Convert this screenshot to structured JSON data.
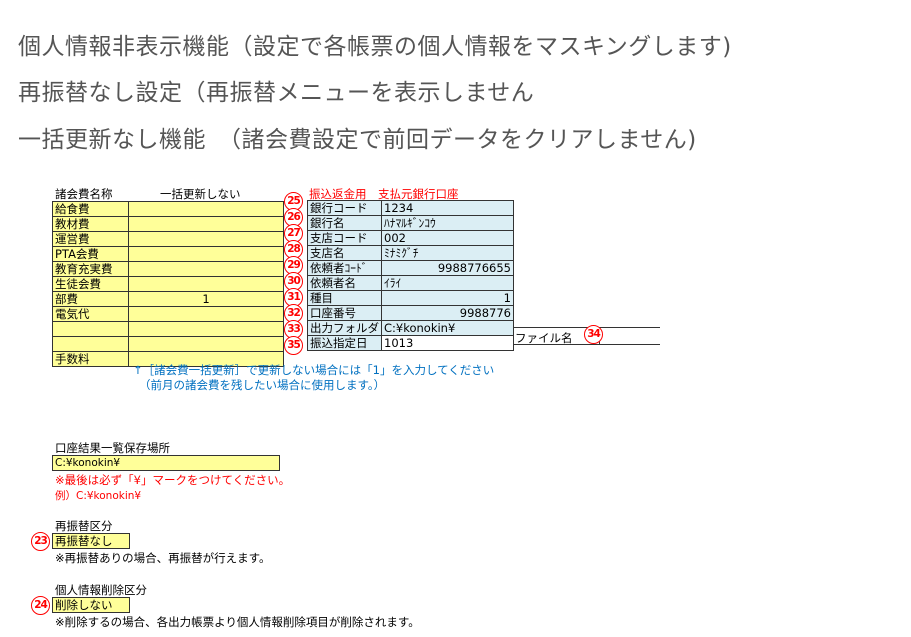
{
  "headings": [
    "個人情報非表示機能（設定で各帳票の個人情報をマスキングします)",
    "再振替なし設定（再振替メニューを表示しません",
    "一括更新なし機能　（諸会費設定で前回データをクリアしません)"
  ],
  "fees": {
    "header_name": "諸会費名称",
    "header_value": "一括更新しない",
    "rows": [
      {
        "name": "給食費",
        "value": ""
      },
      {
        "name": "教材費",
        "value": ""
      },
      {
        "name": "運営費",
        "value": ""
      },
      {
        "name": "PTA会費",
        "value": ""
      },
      {
        "name": "教育充実費",
        "value": ""
      },
      {
        "name": "生徒会費",
        "value": ""
      },
      {
        "name": "部費",
        "value": "1"
      },
      {
        "name": "電気代",
        "value": ""
      },
      {
        "name": "",
        "value": ""
      },
      {
        "name": "",
        "value": ""
      },
      {
        "name": "手数料",
        "value": ""
      }
    ],
    "note1": "↑［諸会費一括更新］で更新しない場合には「1」を入力してください",
    "note2": "（前月の諸会費を残したい場合に使用します。）"
  },
  "bank": {
    "title": "振込返金用　支払元銀行口座",
    "rows": [
      {
        "num": "25",
        "label": "銀行コード",
        "value": "1234",
        "align": "left"
      },
      {
        "num": "26",
        "label": "銀行名",
        "value": "ﾊﾅﾏﾙｷﾞﾝｺｳ",
        "align": "left"
      },
      {
        "num": "27",
        "label": "支店コード",
        "value": "002",
        "align": "left"
      },
      {
        "num": "28",
        "label": "支店名",
        "value": "ﾐﾅﾐｸﾞﾁ",
        "align": "left"
      },
      {
        "num": "29",
        "label": "依頼者ｺｰﾄﾞ",
        "value": "9988776655",
        "align": "right"
      },
      {
        "num": "30",
        "label": "依頼者名",
        "value": "ｲﾗｲ",
        "align": "left"
      },
      {
        "num": "31",
        "label": "種目",
        "value": "1",
        "align": "right"
      },
      {
        "num": "32",
        "label": "口座番号",
        "value": "9988776",
        "align": "right"
      },
      {
        "num": "33",
        "label": "出力フォルダ",
        "value": "C:¥konokin¥",
        "align": "left"
      },
      {
        "num": "35",
        "label": "振込指定日",
        "value": "1013",
        "align": "left"
      }
    ],
    "filename_label": "ファイル名",
    "filename_num": "34",
    "filename_value": ""
  },
  "save_location": {
    "label": "口座結果一覧保存場所",
    "value": "C:¥konokin¥",
    "warning": "※最後は必ず「¥」マークをつけてください。",
    "example": "例）C:¥konokin¥"
  },
  "retransfer": {
    "num": "23",
    "label": "再振替区分",
    "value": "再振替なし",
    "note": "※再振替ありの場合、再振替が行えます。"
  },
  "privacy": {
    "num": "24",
    "label": "個人情報削除区分",
    "value": "削除しない",
    "note": "※削除するの場合、各出力帳票より個人情報削除項目が削除されます。"
  },
  "colors": {
    "input_yellow": "#ffff99",
    "bank_blue": "#dbeef4",
    "red": "#ff0000",
    "note_blue": "#0070c0"
  }
}
